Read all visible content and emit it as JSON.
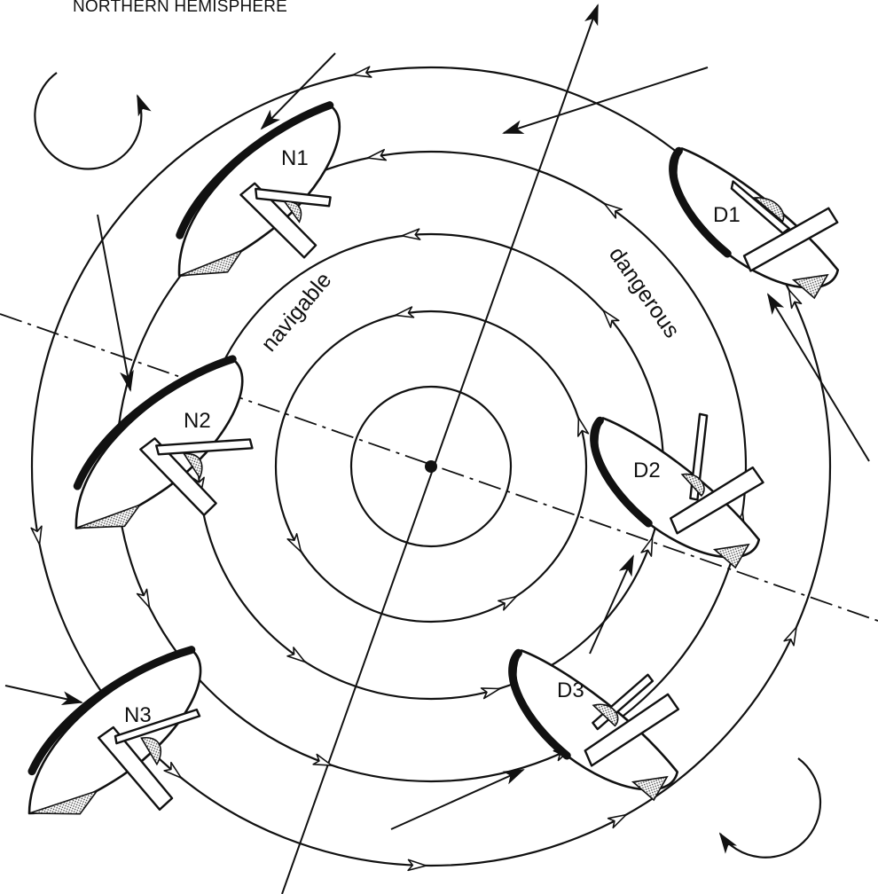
{
  "title": "NORTHERN HEMISPHERE",
  "zones": {
    "navigable": "navigable",
    "dangerous": "dangerous"
  },
  "boats": {
    "n1": "N1",
    "n2": "N2",
    "n3": "N3",
    "d1": "D1",
    "d2": "D2",
    "d3": "D3"
  }
}
